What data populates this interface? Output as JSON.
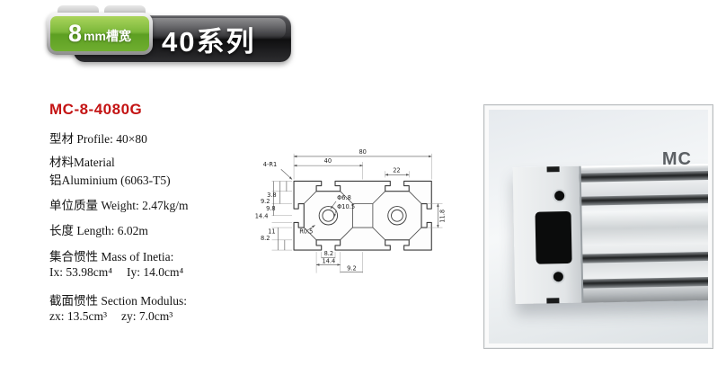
{
  "header": {
    "slot_number": "8",
    "slot_label": "mm槽宽",
    "series": "40系列"
  },
  "specs": {
    "model": "MC-8-4080G",
    "profile": "型材 Profile: 40×80",
    "material_label": "材料Material",
    "material_value": "铝Aluminium (6063-T5)",
    "weight": "单位质量 Weight: 2.47kg/m",
    "length": "长度 Length: 6.02m",
    "inertia_label": "集合惯性 Mass of Inetia:",
    "inertia_ix": "Ix: 53.98cm⁴",
    "inertia_iy": "Iy: 14.0cm⁴",
    "modulus_label": "截面惯性 Section Modulus:",
    "modulus_zx": "zx: 13.5cm³",
    "modulus_zy": "zy: 7.0cm³"
  },
  "drawing": {
    "dims": {
      "w80": "80",
      "w40": "40",
      "w22": "22",
      "r1": "4-R1",
      "l38": "3.8",
      "l92": "9.2",
      "l98": "9.8",
      "l144": "14.4",
      "l11": "11",
      "l82": "8.2",
      "dia68": "Φ6.8",
      "dia105": "Φ10.5",
      "r05": "R0.5",
      "r118": "11.8",
      "b82": "8.2",
      "b144": "14.4",
      "b92": "9.2"
    }
  },
  "photo": {
    "brand": "MC"
  }
}
